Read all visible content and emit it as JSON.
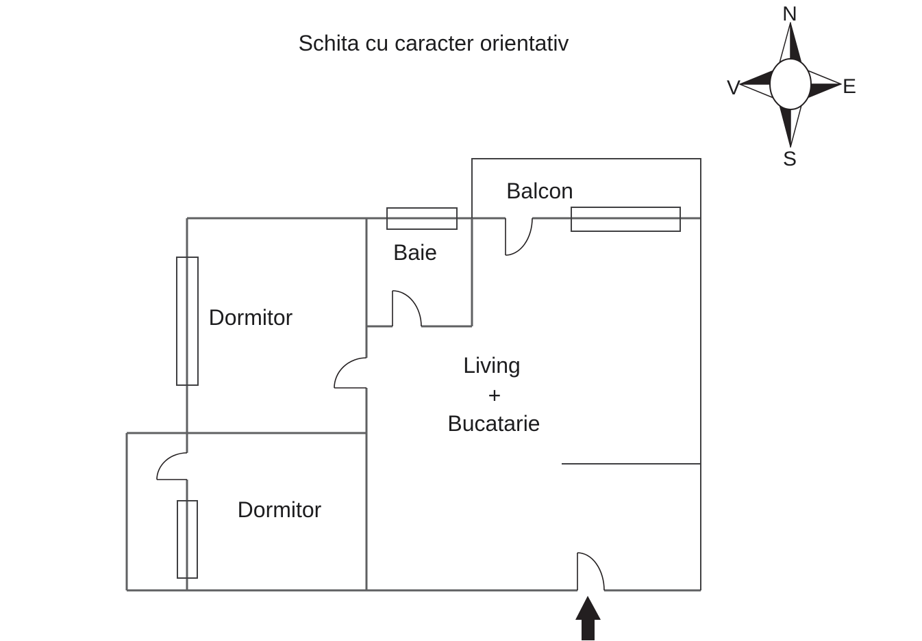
{
  "title": "Schita cu caracter orientativ",
  "rooms": {
    "balcony": "Balcon",
    "bathroom": "Baie",
    "bedroom_upper": "Dormitor",
    "bedroom_lower": "Dormitor",
    "living": {
      "line1": "Living",
      "line2": "+",
      "line3": "Bucatarie"
    }
  },
  "compass": {
    "north": "N",
    "south": "S",
    "east": "E",
    "west": "V"
  },
  "icons": {
    "entrance_arrow": "up-arrow-entrance-marker",
    "compass": "four-point-compass-rose"
  },
  "colors": {
    "ink": "#231f20",
    "wall_grey": "#5f6062",
    "background": "#ffffff"
  }
}
